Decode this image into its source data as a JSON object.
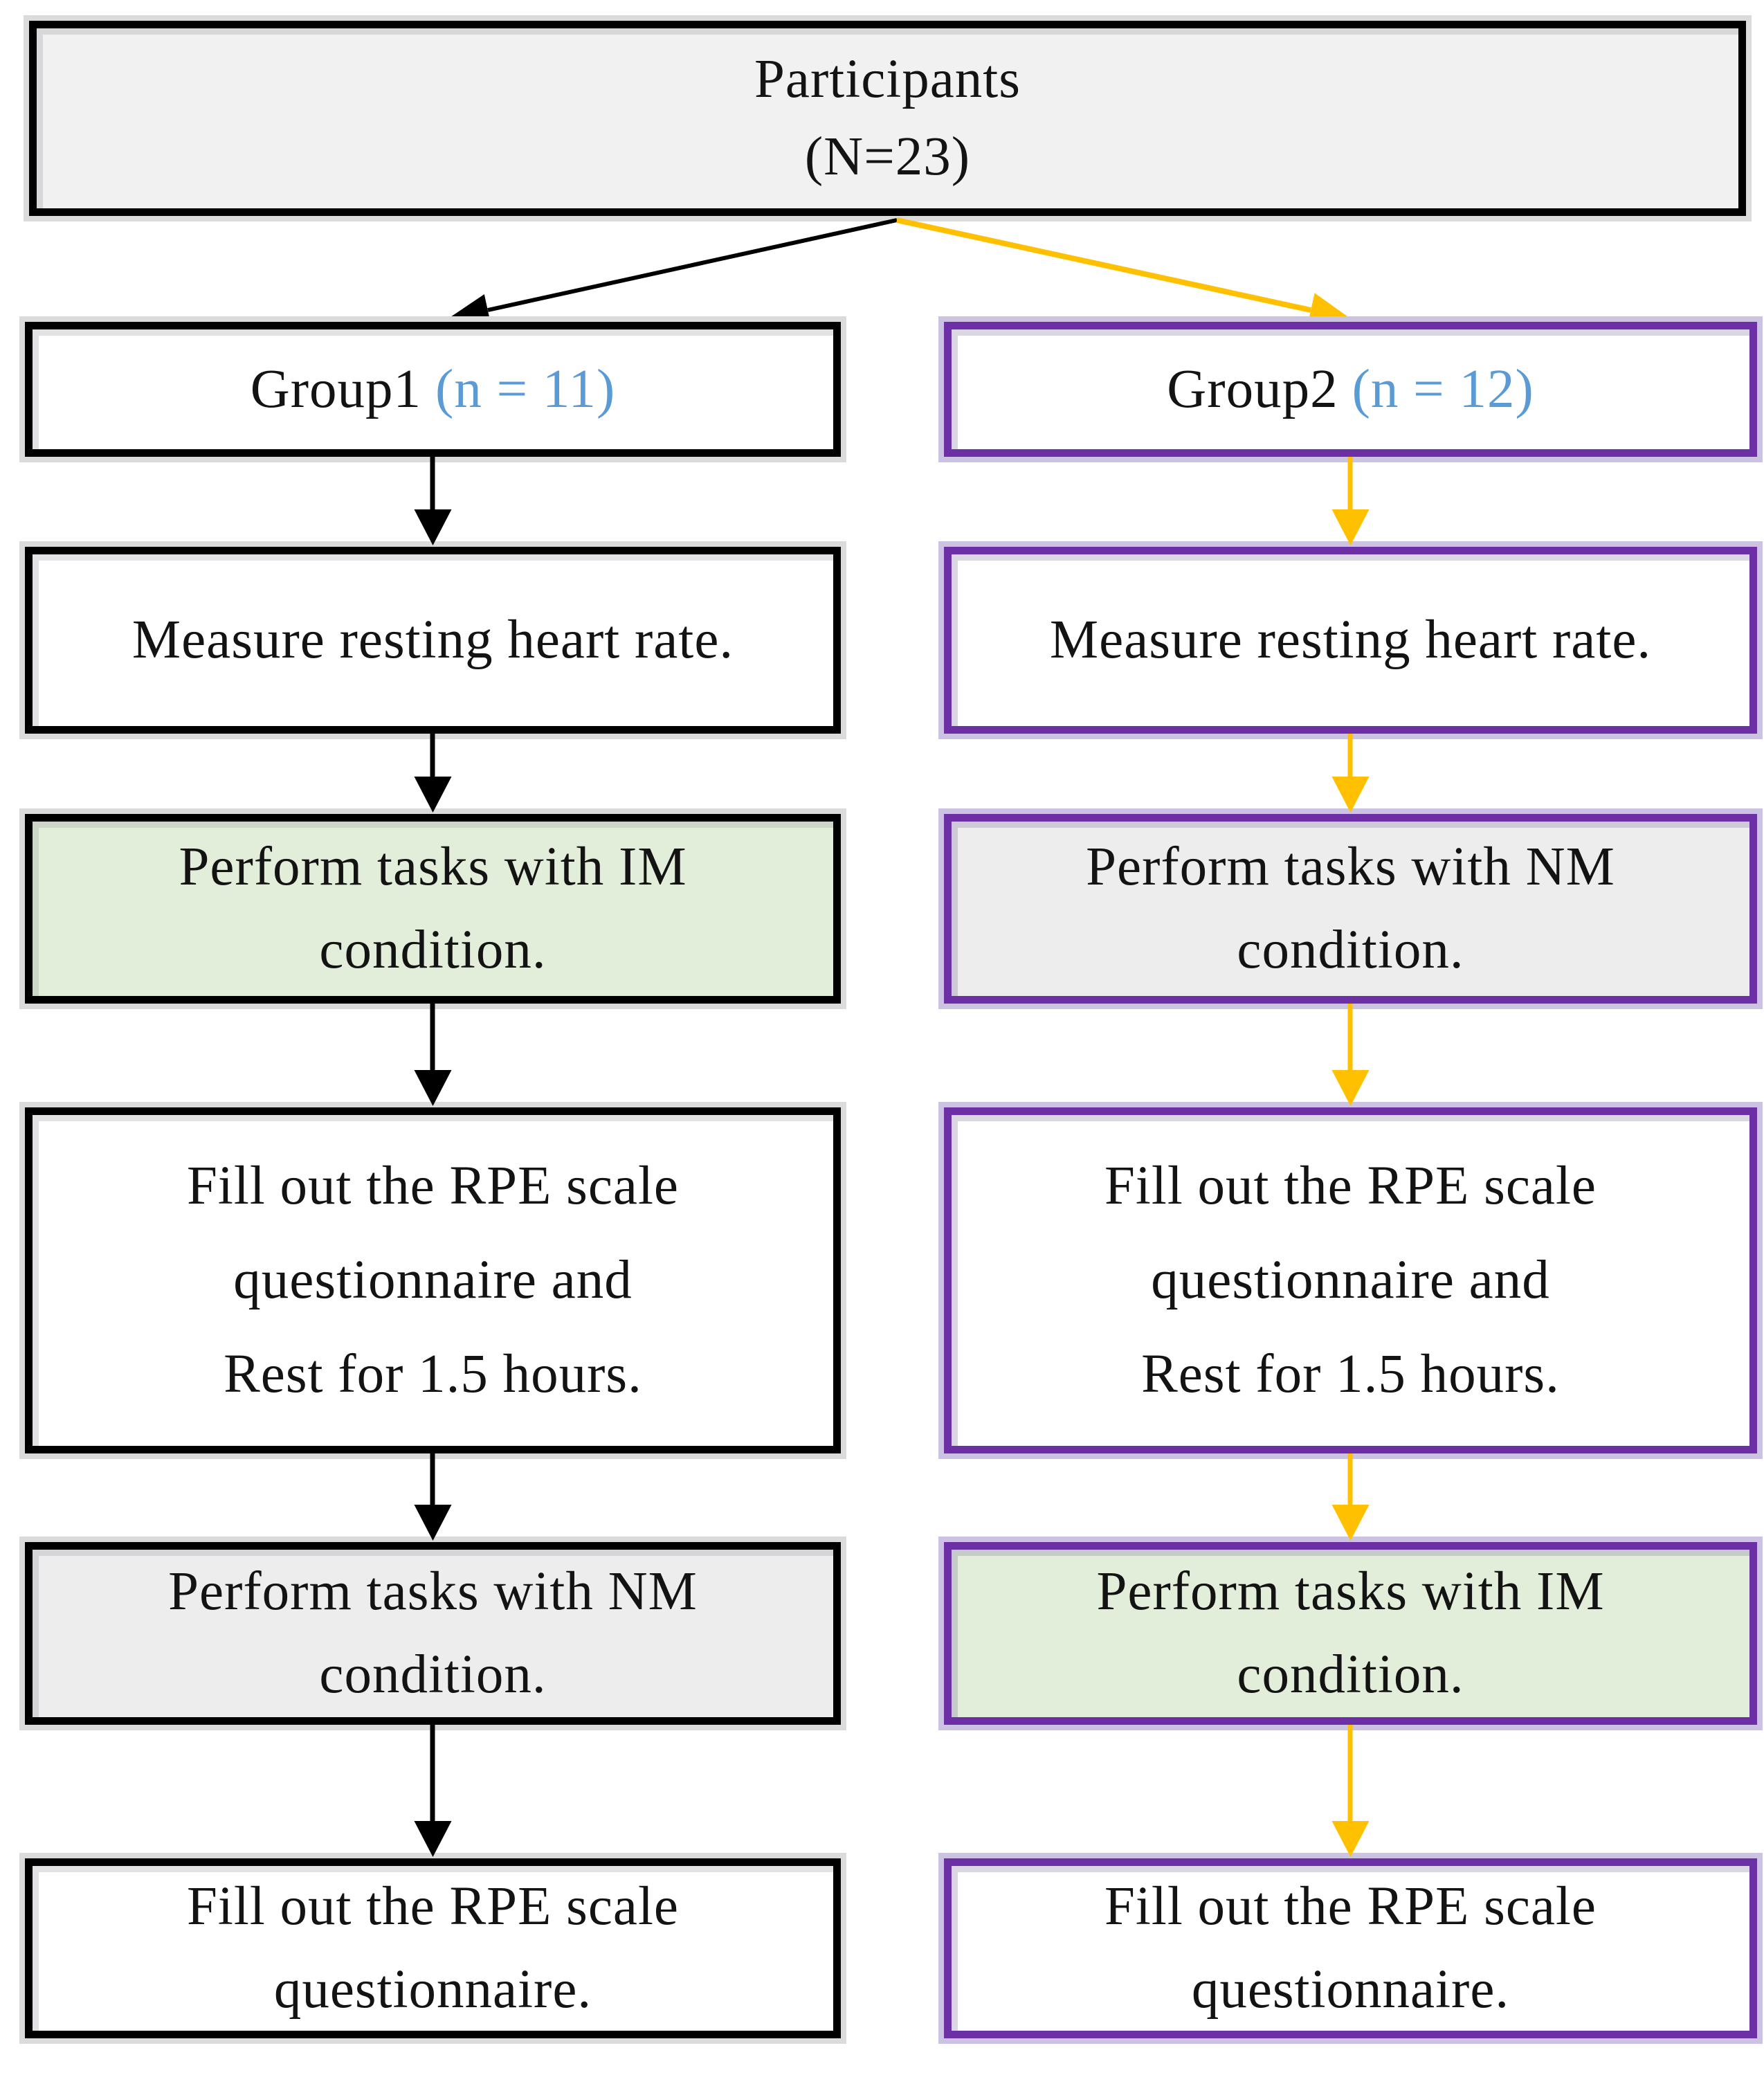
{
  "root": {
    "line1": "Participants",
    "line2": "(N=23)"
  },
  "columns": [
    {
      "header": {
        "name": "Group1",
        "count": "(n = 11)"
      },
      "steps": [
        {
          "lines": [
            "Measure resting heart rate."
          ]
        },
        {
          "lines": [
            "Perform tasks with IM",
            "condition."
          ]
        },
        {
          "lines": [
            "Fill out the RPE scale",
            "questionnaire and",
            "Rest for 1.5 hours."
          ]
        },
        {
          "lines": [
            "Perform tasks with NM",
            "condition."
          ]
        },
        {
          "lines": [
            "Fill out the RPE scale",
            "questionnaire."
          ]
        }
      ]
    },
    {
      "header": {
        "name": "Group2",
        "count": "(n = 12)"
      },
      "steps": [
        {
          "lines": [
            "Measure resting heart rate."
          ]
        },
        {
          "lines": [
            "Perform tasks with NM",
            "condition."
          ]
        },
        {
          "lines": [
            "Fill out the RPE scale",
            "questionnaire and",
            "Rest for 1.5 hours."
          ]
        },
        {
          "lines": [
            "Perform tasks with IM",
            "condition."
          ]
        },
        {
          "lines": [
            "Fill out the RPE scale",
            "questionnaire."
          ]
        }
      ]
    }
  ],
  "colors": {
    "black_border": "#000000",
    "purple_border": "#6c2fa5",
    "green_fill": "#e3eeda",
    "gray_fill": "#ededed",
    "root_fill": "#f1f1f1",
    "blue_accent": "#5b9bd5",
    "orange_arrow": "#ffc000",
    "black_arrow": "#000000"
  }
}
